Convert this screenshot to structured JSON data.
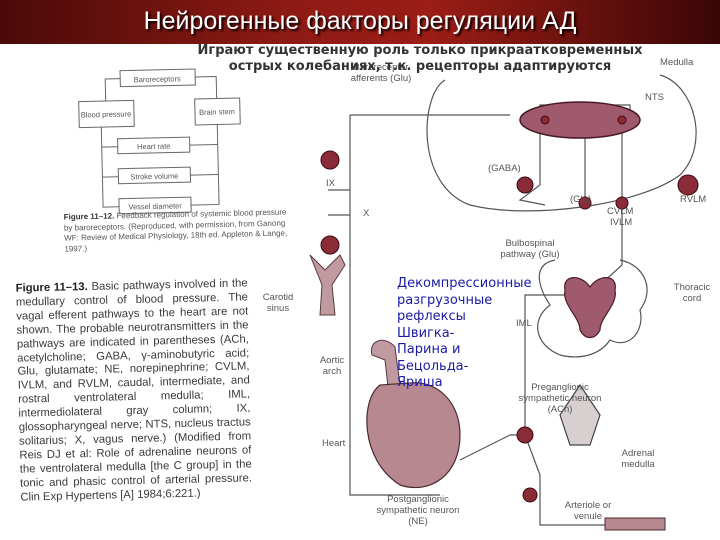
{
  "slide": {
    "title": "Нейрогенные факторы регуляции АД",
    "subtitle_line1": "Играют существенную роль только прикраатковременных",
    "subtitle_line2": "острых колебаниях, т.к. рецепторы адаптируются",
    "overlay_note": "Декомпрессионные разгрузочные рефлексы Швигка-Парина и Бецольда-Яриша"
  },
  "left_figure": {
    "boxes": [
      "Baroreceptors",
      "Blood pressure",
      "Brain stem",
      "Heart rate",
      "Stroke volume",
      "Vessel diameter"
    ],
    "caption_label": "Figure 11–12.",
    "caption_text": "Feedback regulation of systemic blood pressure by baroreceptors. (Reproduced, with permission, from Ganong WF: Review of Medical Physiology, 18th ed. Appleton & Lange, 1997.)",
    "main_label": "Figure 11–13.",
    "main_text": "Basic pathways involved in the medullary control of blood pressure. The vagal efferent pathways to the heart are not shown. The probable neurotransmitters in the pathways are indicated in parentheses (ACh, acetylcholine; GABA, γ-aminobutyric acid; Glu, glutamate; NE, norepinephrine; CVLM, IVLM, and RVLM, caudal, intermediate, and rostral ventrolateral medulla; IML, intermediolateral gray column; IX, glossopharyngeal nerve; NTS, nucleus tractus solitarius; X, vagus nerve.) (Modified from Reis DJ et al: Role of adrenaline neurons of the ventrolateral medulla [the C group] in the tonic and phasic control of arterial pressure. Clin Exp Hypertens [A] 1984;6:221.)"
  },
  "diagram_labels": {
    "baroreceptor_afferents": "Baroreceptor afferents (Glu)",
    "nts": "NTS",
    "gaba": "(GABA)",
    "glu": "(Glu)",
    "cvlm": "CVLM",
    "ivlm": "IVLM",
    "rvlm": "RVLM",
    "medulla": "Medulla",
    "ix": "IX",
    "x": "X",
    "bulbospinal": "Bulbospinal pathway (Glu)",
    "iml": "IML",
    "carotid_sinus": "Carotid sinus",
    "aortic_arch": "Aortic arch",
    "preganglionic": "Preganglionic sympathetic neuron (ACh)",
    "thoracic_cord": "Thoracic cord",
    "heart": "Heart",
    "adrenal_medulla": "Adrenal medulla",
    "postganglionic": "Postganglionic sympathetic neuron (NE)",
    "arteriole": "Arteriole or venule"
  },
  "colors": {
    "title_bar": "#8e1a14",
    "title_text": "#ffffff",
    "overlay_text": "#1a1aa6",
    "nucleus_fill": "#a05a6e",
    "neuron_fill": "#8a2c38"
  }
}
